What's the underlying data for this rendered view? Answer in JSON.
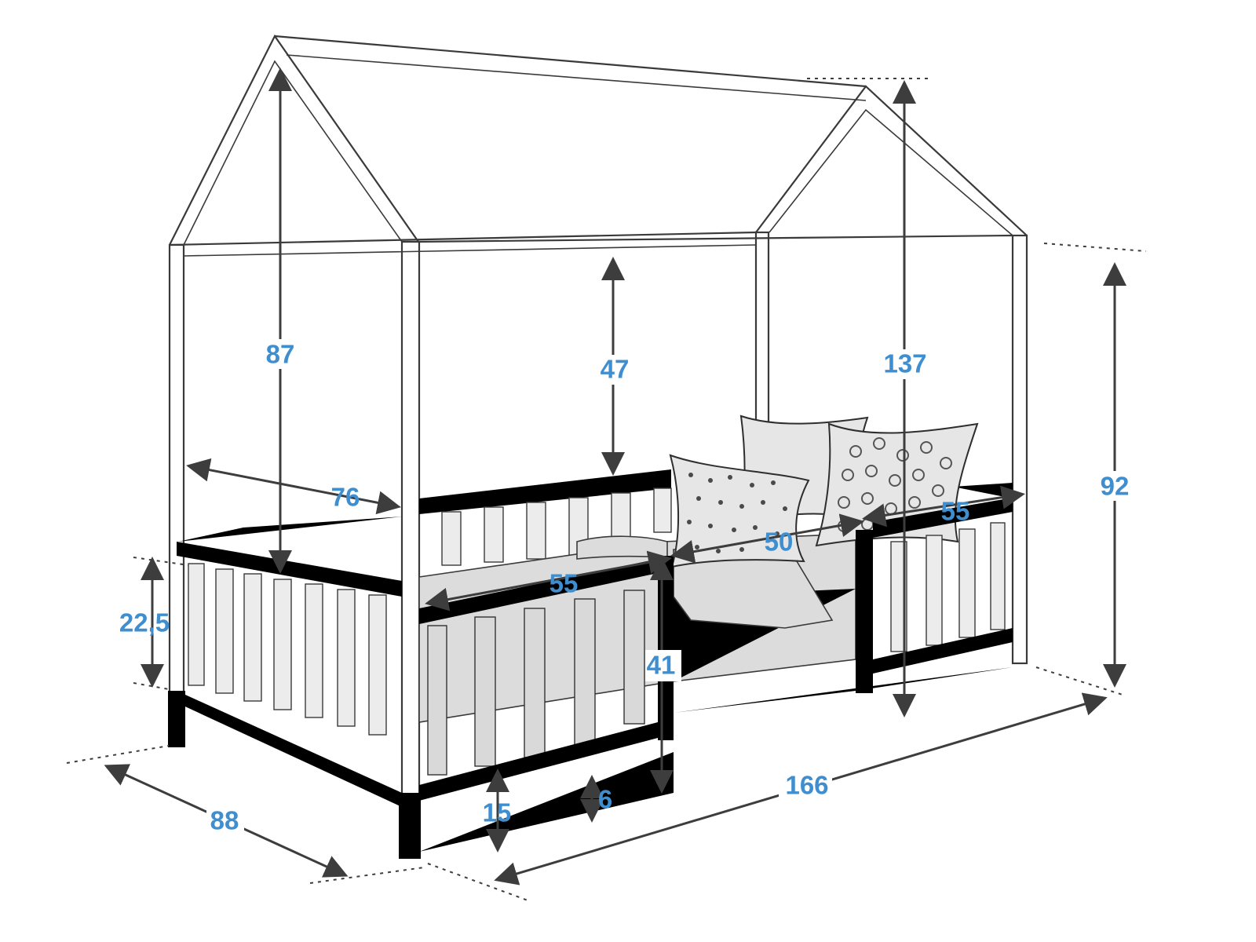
{
  "dimensions": {
    "house_height_front": "87",
    "inner_clearance": "47",
    "total_height": "137",
    "roof_wall_height": "92",
    "front_width": "76",
    "rail_left_length": "55",
    "rail_right_length": "55",
    "opening_width": "50",
    "rail_height": "22,5",
    "side_height": "41",
    "leg_clearance": "15",
    "slat_gap": "6",
    "bed_length": "166",
    "bed_width": "88"
  },
  "colors": {
    "label": "#3f8fd0",
    "line": "#3a3a3a",
    "background": "#ffffff"
  }
}
